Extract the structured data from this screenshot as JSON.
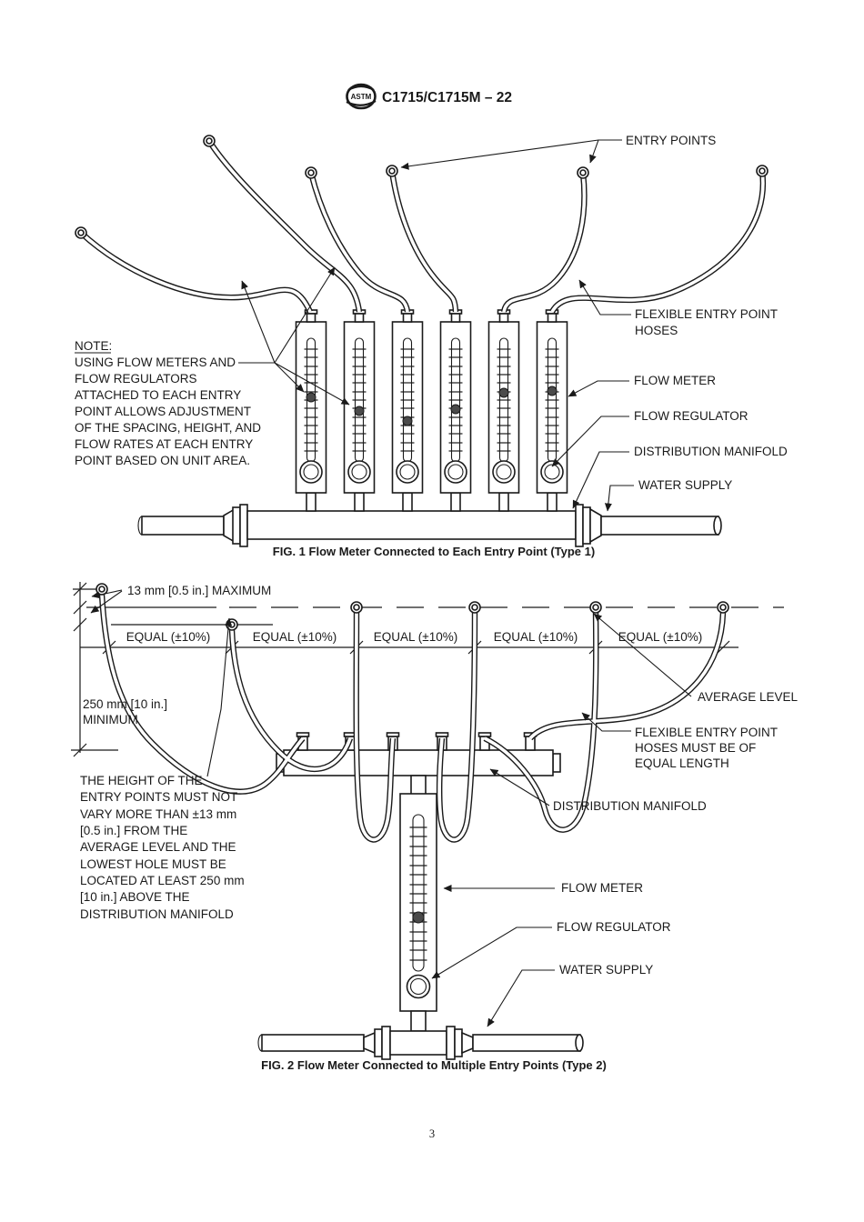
{
  "header": {
    "logo_text": "ASTM",
    "title": "C1715/C1715M – 22"
  },
  "fig1": {
    "caption": "FIG. 1 Flow Meter Connected to Each Entry Point (Type 1)",
    "note": {
      "heading": "NOTE:",
      "lines": [
        "USING FLOW METERS AND",
        "FLOW REGULATORS",
        "ATTACHED TO EACH ENTRY",
        "POINT ALLOWS ADJUSTMENT",
        "OF THE SPACING, HEIGHT, AND",
        "FLOW RATES AT EACH ENTRY",
        "POINT BASED ON UNIT AREA."
      ]
    },
    "labels": {
      "entry_points": "ENTRY POINTS",
      "flexible_hoses_line1": "FLEXIBLE ENTRY POINT",
      "flexible_hoses_line2": "HOSES",
      "flow_meter": "FLOW METER",
      "flow_regulator": "FLOW REGULATOR",
      "distribution_manifold": "DISTRIBUTION MANIFOLD",
      "water_supply": "WATER SUPPLY"
    }
  },
  "fig2": {
    "caption": "FIG. 2 Flow Meter Connected to Multiple Entry Points (Type 2)",
    "labels": {
      "max_height": "13 mm [0.5 in.] MAXIMUM",
      "equal_spacing": [
        "EQUAL (±10%)",
        "EQUAL (±10%)",
        "EQUAL (±10%)",
        "EQUAL (±10%)",
        "EQUAL (±10%)"
      ],
      "average_level": "AVERAGE LEVEL",
      "flexible_hoses_lines": [
        "FLEXIBLE ENTRY POINT",
        "HOSES MUST BE OF",
        "EQUAL LENGTH"
      ],
      "distribution_manifold": "DISTRIBUTION MANIFOLD",
      "min_height_lines": [
        "250 mm [10 in.]",
        "MINIMUM"
      ],
      "height_note_lines": [
        "THE HEIGHT OF THE",
        "ENTRY POINTS MUST NOT",
        "VARY MORE THAN ±13 mm",
        "[0.5 in.] FROM THE",
        "AVERAGE LEVEL AND THE",
        "LOWEST HOLE MUST BE",
        "LOCATED AT LEAST 250 mm",
        "[10 in.] ABOVE THE",
        "DISTRIBUTION MANIFOLD"
      ],
      "flow_meter": "FLOW METER",
      "flow_regulator": "FLOW REGULATOR",
      "water_supply": "WATER SUPPLY"
    }
  },
  "page": {
    "number": "3"
  }
}
